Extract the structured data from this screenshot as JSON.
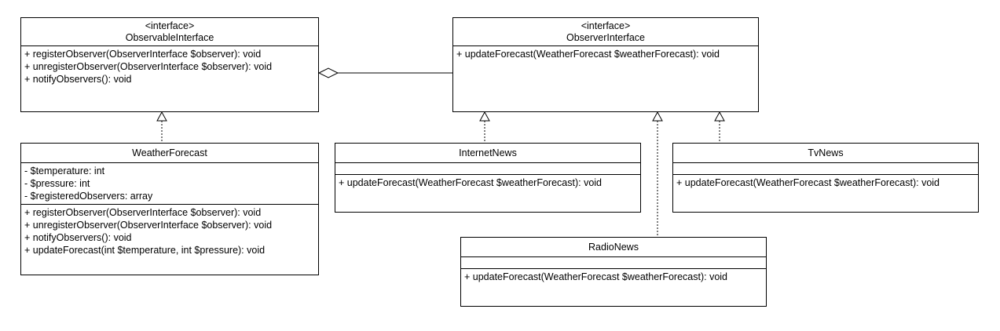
{
  "diagram": {
    "classes": {
      "observable_interface": {
        "stereotype": "<interface>",
        "name": "ObservableInterface",
        "methods": [
          "+ registerObserver(ObserverInterface $observer): void",
          "+ unregisterObserver(ObserverInterface $observer): void",
          "+ notifyObservers(): void"
        ]
      },
      "observer_interface": {
        "stereotype": "<interface>",
        "name": "ObserverInterface",
        "methods": [
          "+ updateForecast(WeatherForecast $weatherForecast): void"
        ]
      },
      "weather_forecast": {
        "name": "WeatherForecast",
        "attributes": [
          "- $temperature: int",
          "- $pressure: int",
          "- $registeredObservers: array"
        ],
        "methods": [
          "+ registerObserver(ObserverInterface $observer): void",
          "+ unregisterObserver(ObserverInterface $observer): void",
          "+ notifyObservers(): void",
          "+ updateForecast(int $temperature, int $pressure): void"
        ]
      },
      "internet_news": {
        "name": "InternetNews",
        "methods": [
          "+ updateForecast(WeatherForecast $weatherForecast): void"
        ]
      },
      "tv_news": {
        "name": "TvNews",
        "methods": [
          "+ updateForecast(WeatherForecast $weatherForecast): void"
        ]
      },
      "radio_news": {
        "name": "RadioNews",
        "methods": [
          "+ updateForecast(WeatherForecast $weatherForecast): void"
        ]
      }
    },
    "relations": [
      {
        "type": "aggregation",
        "whole": "ObservableInterface",
        "part": "ObserverInterface"
      },
      {
        "type": "realization",
        "from": "WeatherForecast",
        "to": "ObservableInterface"
      },
      {
        "type": "realization",
        "from": "InternetNews",
        "to": "ObserverInterface"
      },
      {
        "type": "realization",
        "from": "RadioNews",
        "to": "ObserverInterface"
      },
      {
        "type": "realization",
        "from": "TvNews",
        "to": "ObserverInterface"
      }
    ],
    "colors": {
      "line": "#000000",
      "box_fill": "#ffffff",
      "background": "#ffffff"
    }
  }
}
